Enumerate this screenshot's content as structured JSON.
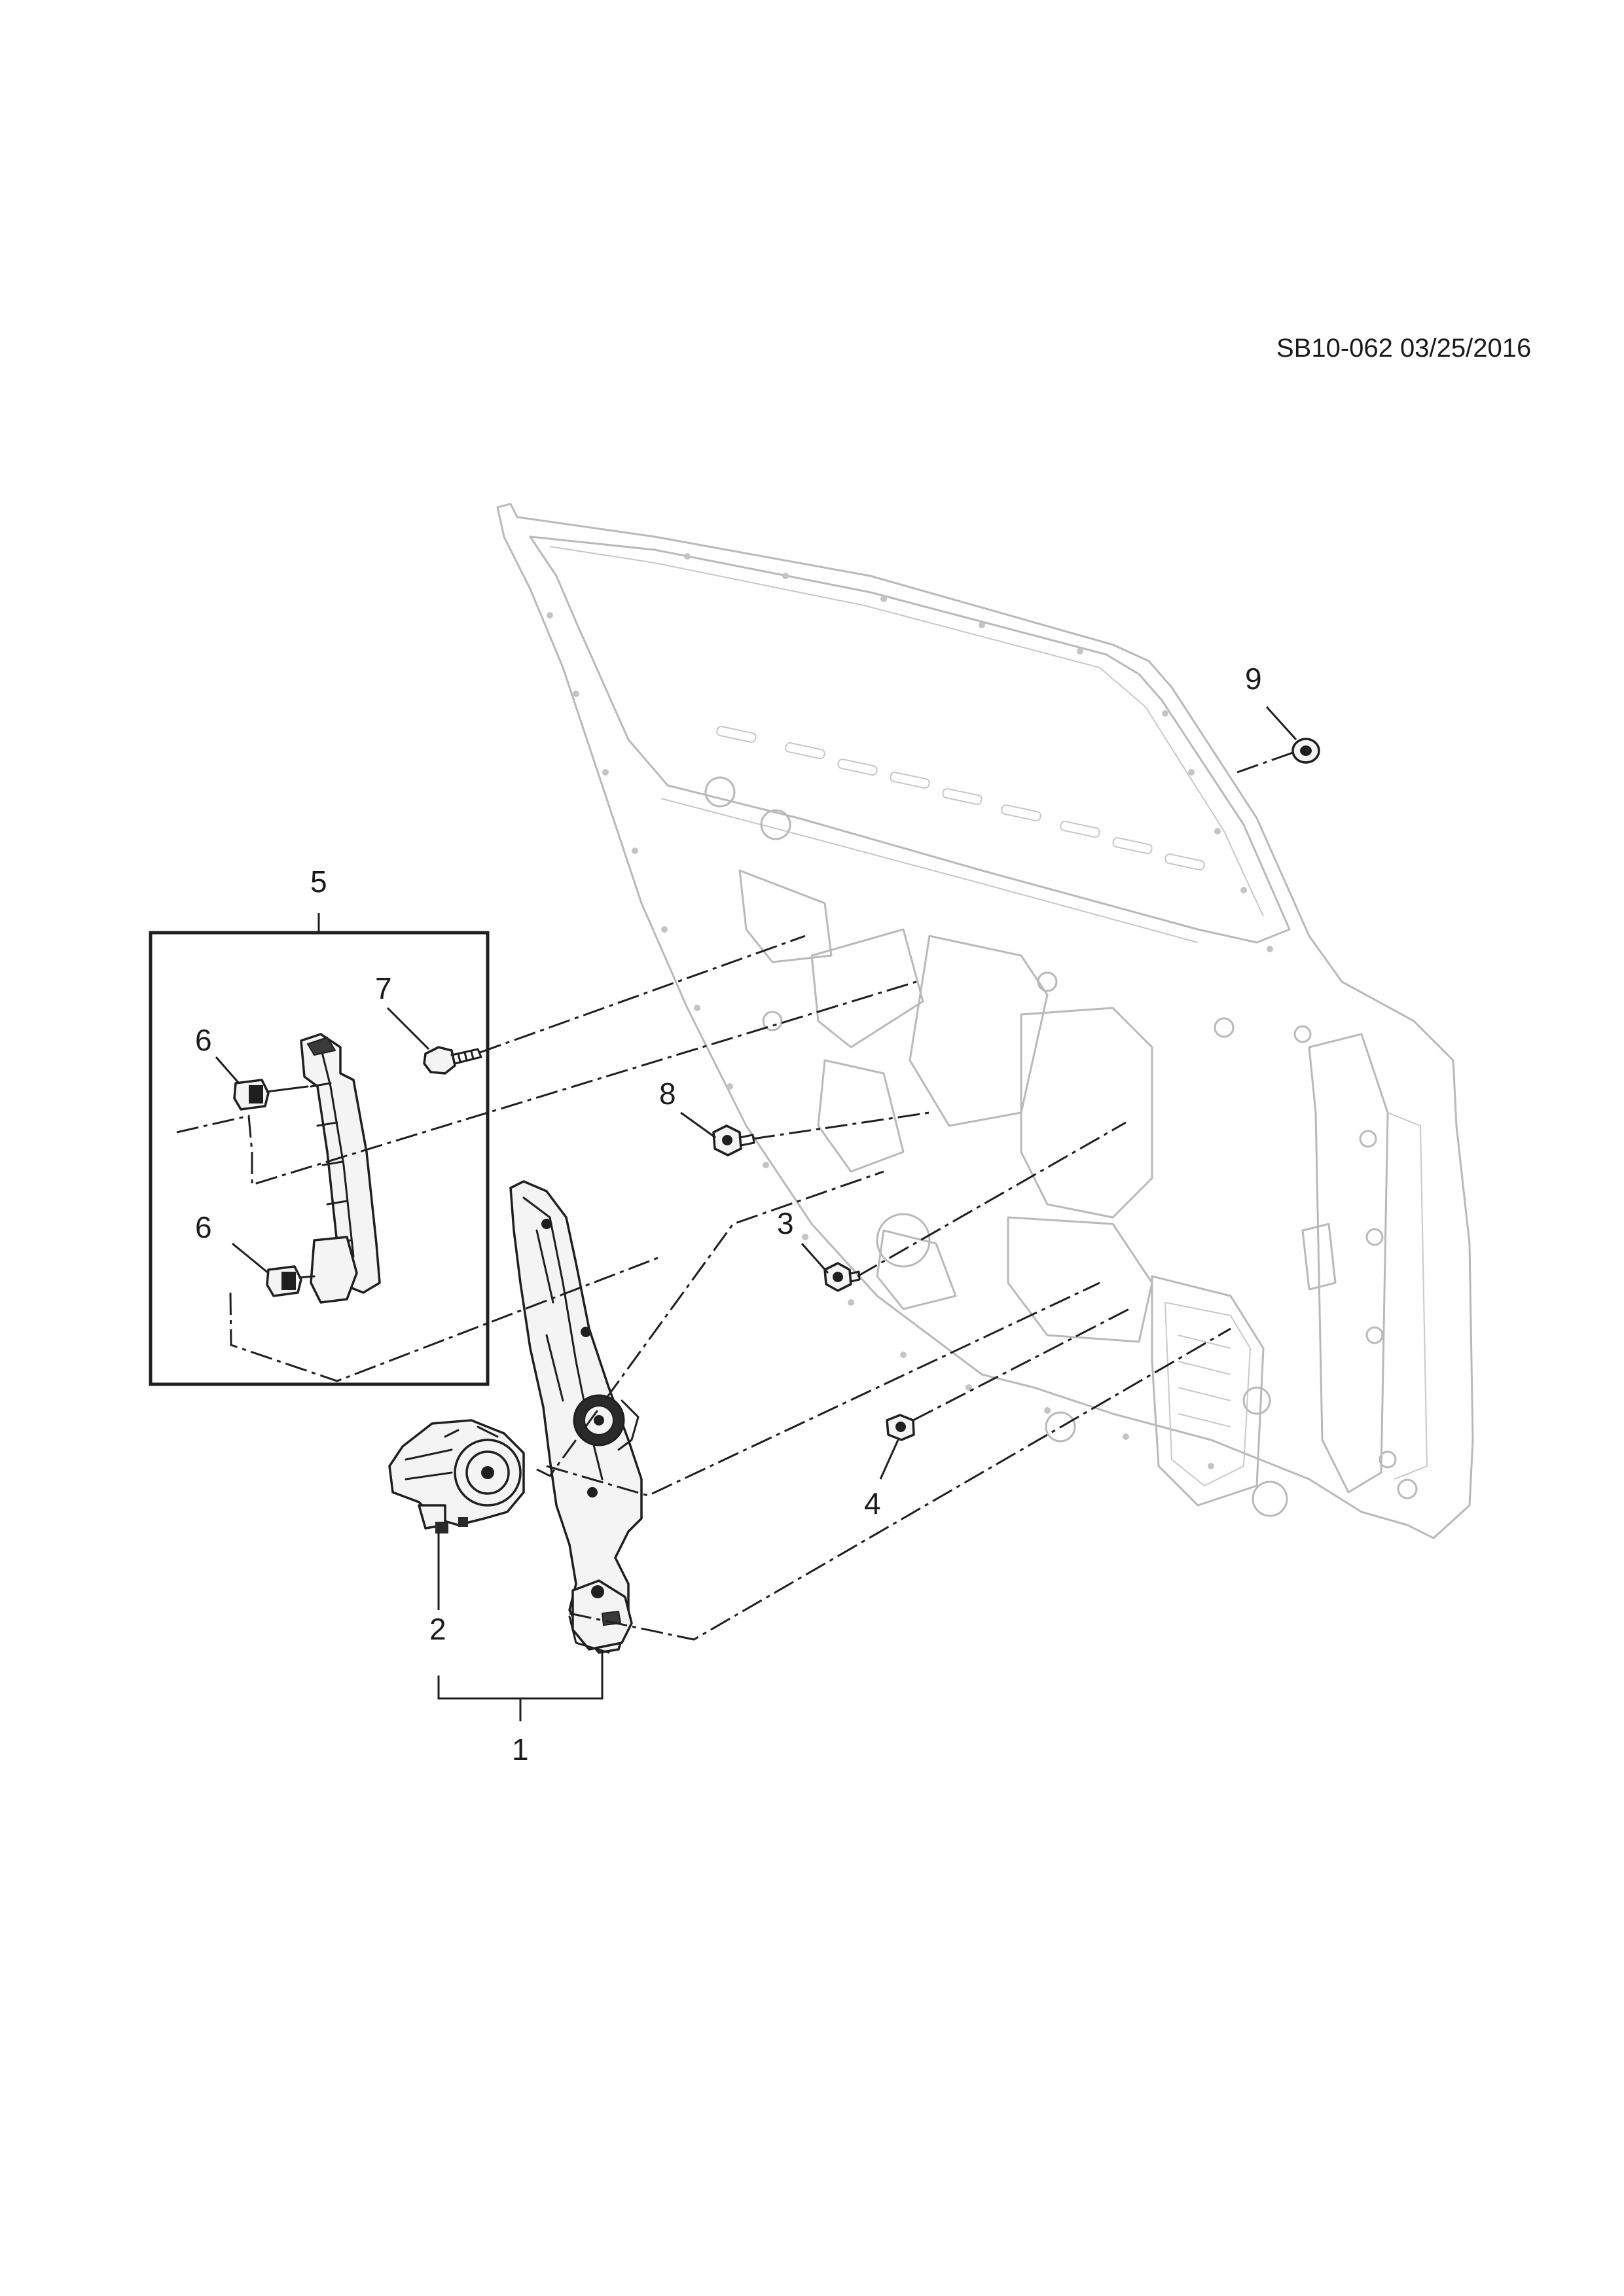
{
  "drawing_code": "SB10-062 03/25/2016",
  "callouts": {
    "c1": "1",
    "c2": "2",
    "c3": "3",
    "c4": "4",
    "c5": "5",
    "c6a": "6",
    "c6b": "6",
    "c7": "7",
    "c8": "8",
    "c9": "9"
  }
}
